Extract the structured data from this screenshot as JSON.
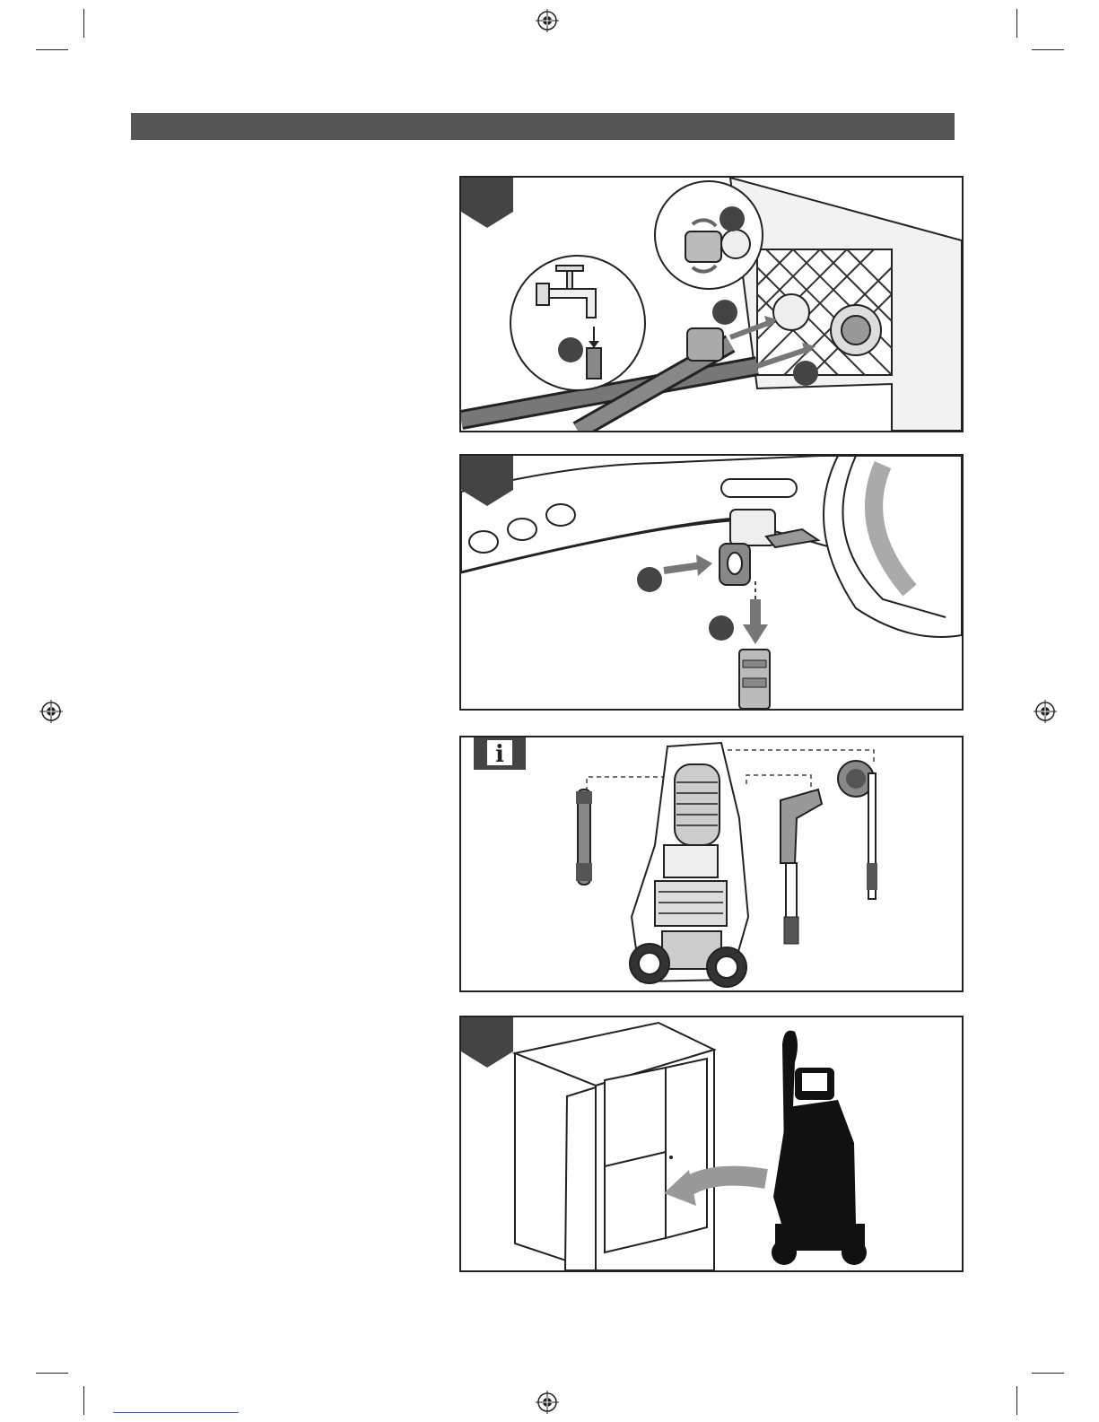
{
  "header": {
    "title": ""
  },
  "panels": [
    {
      "id": "hose-connection",
      "tab": "step"
    },
    {
      "id": "trigger-lock",
      "tab": "step"
    },
    {
      "id": "accessory-storage",
      "tab": "info",
      "tab_label": "i"
    },
    {
      "id": "cabinet-storage",
      "tab": "step"
    }
  ],
  "icons": {
    "registration": "registration-mark-icon",
    "info": "info-icon"
  },
  "colors": {
    "header_bar": "#555555",
    "tab": "#444444",
    "line": "#222222"
  }
}
